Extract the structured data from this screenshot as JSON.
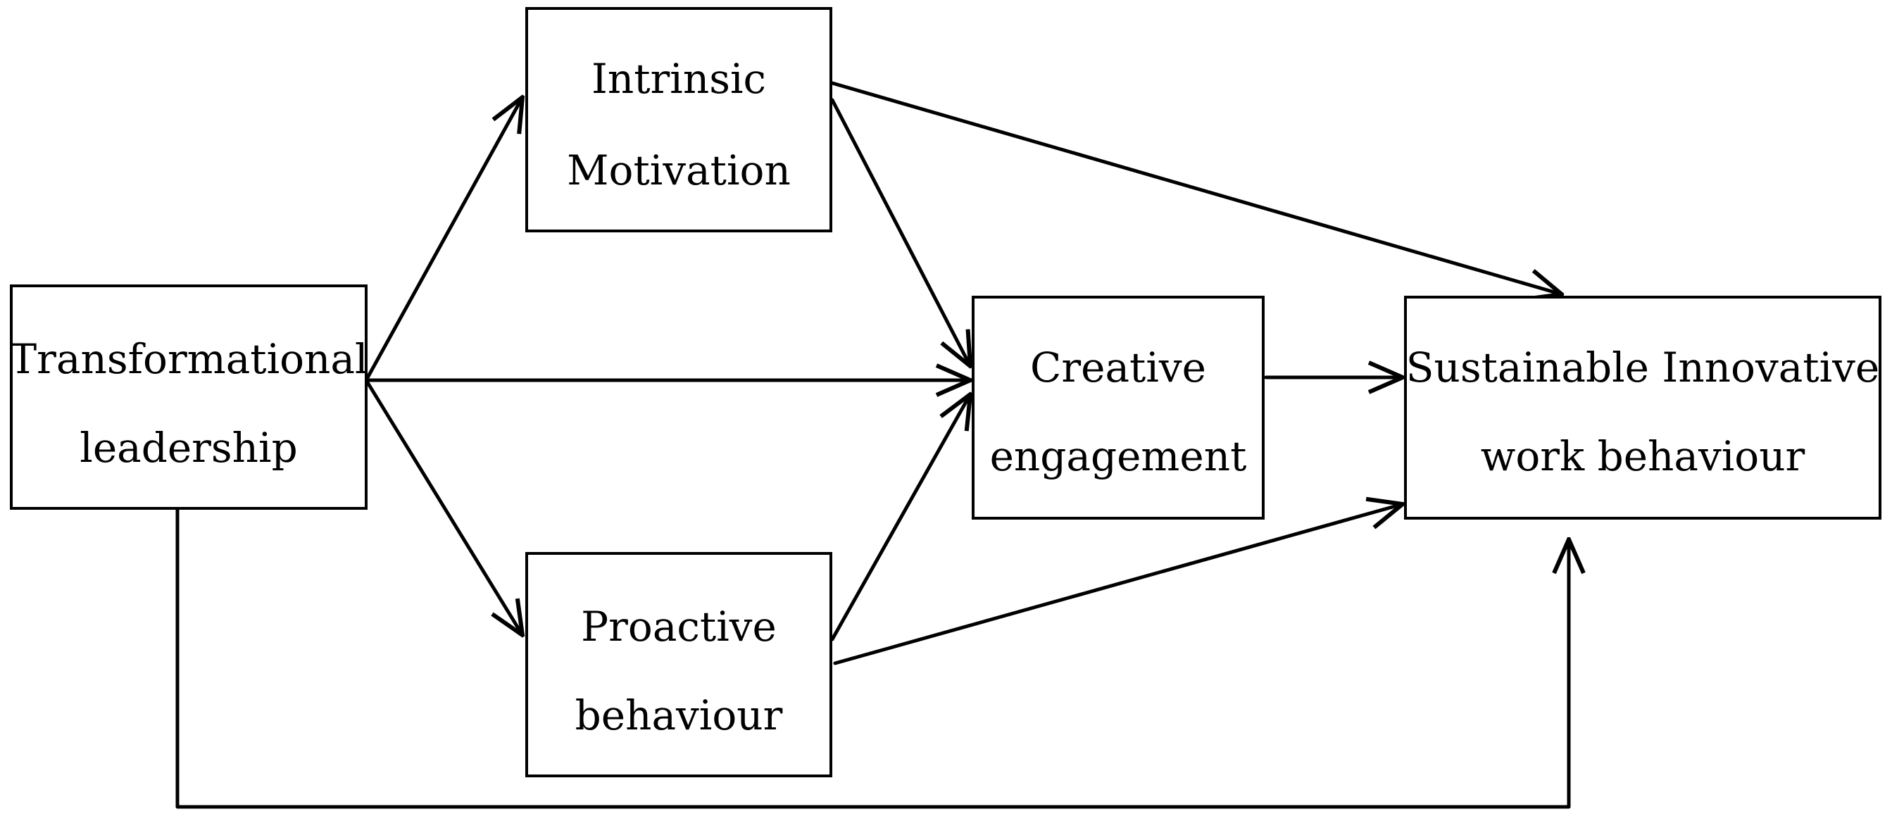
{
  "nodes": {
    "transformational_leadership": {
      "line1": "Transformational",
      "line2": "leadership"
    },
    "intrinsic_motivation": {
      "line1": "Intrinsic",
      "line2": "Motivation"
    },
    "proactive_behaviour": {
      "line1": "Proactive",
      "line2": "behaviour"
    },
    "creative_engagement": {
      "line1": "Creative",
      "line2": "engagement"
    },
    "sustainable_innovative": {
      "line1": "Sustainable Innovative",
      "line2": "work behaviour"
    }
  },
  "colors": {
    "stroke": "#000000",
    "background": "#ffffff"
  }
}
